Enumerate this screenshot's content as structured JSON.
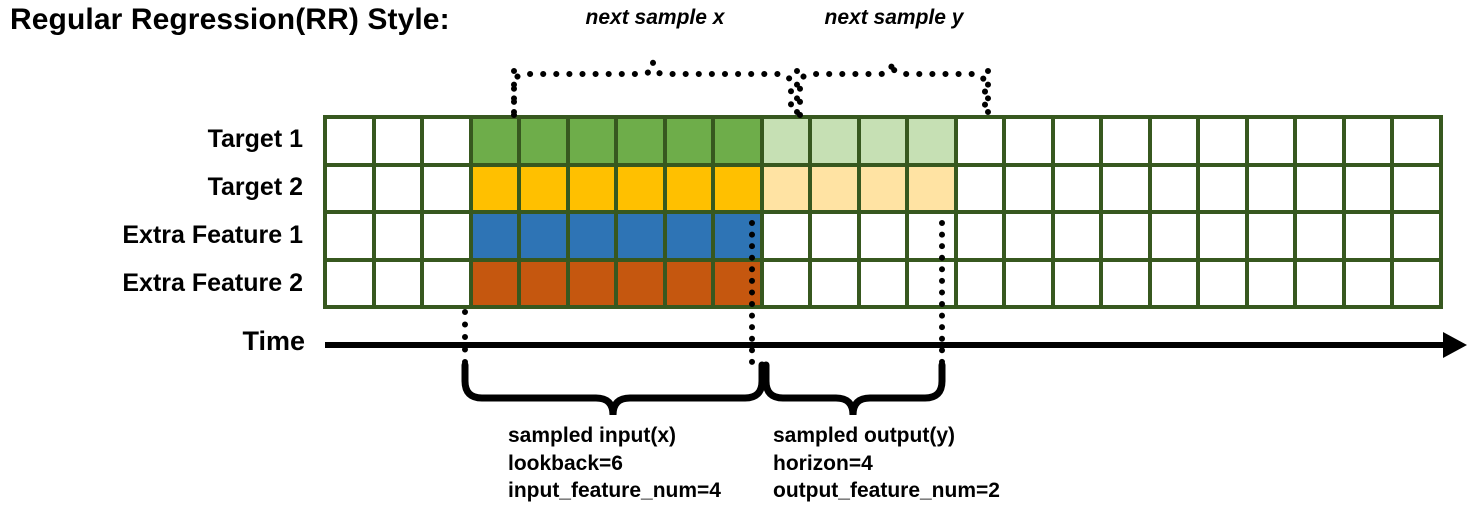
{
  "title": "Regular Regression(RR) Style:",
  "rows": [
    {
      "label": "Target 1"
    },
    {
      "label": "Target 2"
    },
    {
      "label": "Extra Feature 1"
    },
    {
      "label": "Extra Feature 2"
    }
  ],
  "time_axis": {
    "label": "Time",
    "arrow": "right-arrow-icon"
  },
  "grid": {
    "columns": 23,
    "row_count": 4,
    "colors": {
      "border": "#37581F",
      "empty": "#FFFFFF",
      "target1": "#6EAD4A",
      "target1_faded": "#C6E0B4",
      "target2": "#FFC000",
      "target2_faded": "#FFE3A3",
      "feature1": "#2E74B5",
      "feature2": "#C5570F"
    },
    "fills": [
      [
        "empty",
        "empty",
        "empty",
        "target1",
        "target1",
        "target1",
        "target1",
        "target1",
        "target1",
        "target1_faded",
        "target1_faded",
        "target1_faded",
        "target1_faded",
        "empty",
        "empty",
        "empty",
        "empty",
        "empty",
        "empty",
        "empty",
        "empty",
        "empty",
        "empty"
      ],
      [
        "empty",
        "empty",
        "empty",
        "target2",
        "target2",
        "target2",
        "target2",
        "target2",
        "target2",
        "target2_faded",
        "target2_faded",
        "target2_faded",
        "target2_faded",
        "empty",
        "empty",
        "empty",
        "empty",
        "empty",
        "empty",
        "empty",
        "empty",
        "empty",
        "empty"
      ],
      [
        "empty",
        "empty",
        "empty",
        "feature1",
        "feature1",
        "feature1",
        "feature1",
        "feature1",
        "feature1",
        "empty",
        "empty",
        "empty",
        "empty",
        "empty",
        "empty",
        "empty",
        "empty",
        "empty",
        "empty",
        "empty",
        "empty",
        "empty",
        "empty"
      ],
      [
        "empty",
        "empty",
        "empty",
        "feature2",
        "feature2",
        "feature2",
        "feature2",
        "feature2",
        "feature2",
        "empty",
        "empty",
        "empty",
        "empty",
        "empty",
        "empty",
        "empty",
        "empty",
        "empty",
        "empty",
        "empty",
        "empty",
        "empty",
        "empty"
      ]
    ]
  },
  "top_annotations": [
    {
      "label": "next sample x"
    },
    {
      "label": "next sample y"
    }
  ],
  "bottom_annotations": [
    {
      "line1": "sampled input(x)",
      "line2": "lookback=6",
      "line3": "input_feature_num=4"
    },
    {
      "line1": "sampled output(y)",
      "line2": "horizon=4",
      "line3": "output_feature_num=2"
    }
  ]
}
